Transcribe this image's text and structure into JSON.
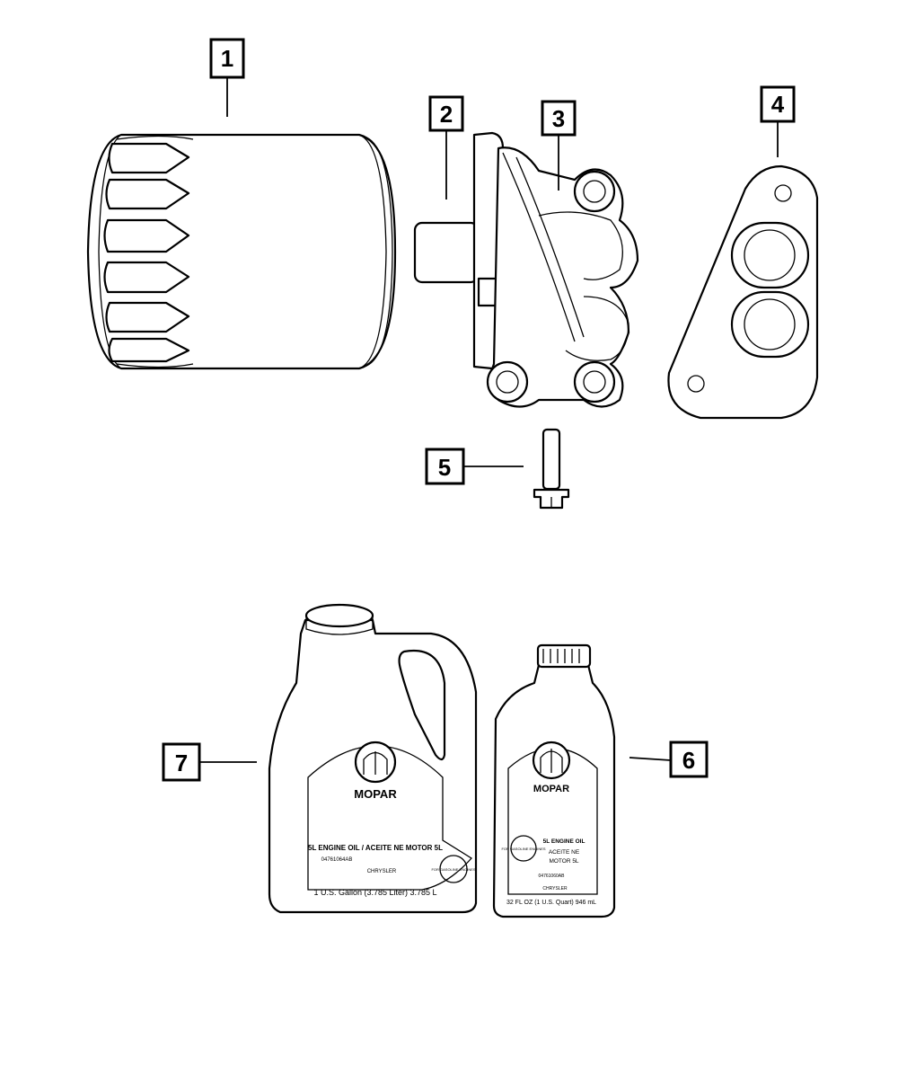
{
  "callouts": [
    "1",
    "2",
    "3",
    "4",
    "5",
    "6",
    "7"
  ],
  "jug_label": {
    "brand": "MOPAR",
    "product_line": "5L ENGINE OIL / ACEITE NE MOTOR 5L",
    "part_code": "04761064AB",
    "badge": "FOR GASOLINE ENGINES",
    "volume": "1 U.S. Gallon (3.785 Liter) 3.785 L",
    "maker": "CHRYSLER"
  },
  "quart_label": {
    "brand": "MOPAR",
    "product_line_1": "5L ENGINE OIL",
    "product_line_2": "ACEITE NE",
    "product_line_3": "MOTOR 5L",
    "badge": "FOR GASOLINE ENGINES",
    "part_code": "04761060AB",
    "volume": "32 FL OZ (1 U.S. Quart) 946 mL",
    "maker": "CHRYSLER"
  },
  "colors": {
    "line": "#000000",
    "background": "#ffffff"
  }
}
